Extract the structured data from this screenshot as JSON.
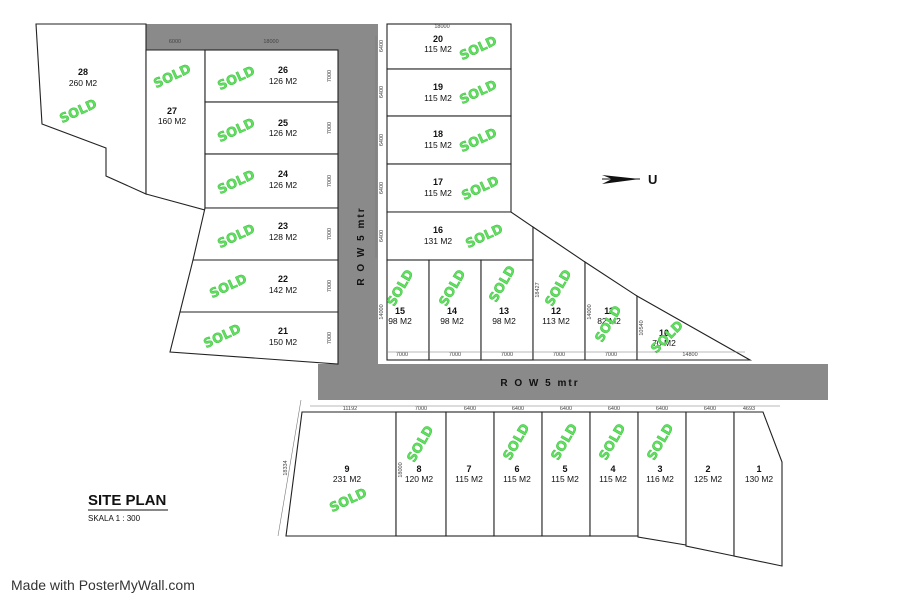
{
  "plan": {
    "title": "SITE PLAN",
    "scale": "SKALA 1 : 300",
    "compass": "U",
    "road_vertical": "R O W   5 mtr",
    "road_horizontal": "R O W   5 mtr",
    "sold_label": "SOLD",
    "colors": {
      "road": "#8a8a8a",
      "sold": "#5ee05e"
    }
  },
  "lots": [
    {
      "id": "28",
      "area": "260 M2",
      "sold": true
    },
    {
      "id": "27",
      "area": "160 M2",
      "sold": true
    },
    {
      "id": "26",
      "area": "126 M2",
      "sold": true
    },
    {
      "id": "25",
      "area": "126 M2",
      "sold": true
    },
    {
      "id": "24",
      "area": "126 M2",
      "sold": true
    },
    {
      "id": "23",
      "area": "128 M2",
      "sold": true
    },
    {
      "id": "22",
      "area": "142 M2",
      "sold": true
    },
    {
      "id": "21",
      "area": "150 M2",
      "sold": true
    },
    {
      "id": "20",
      "area": "115 M2",
      "sold": true
    },
    {
      "id": "19",
      "area": "115 M2",
      "sold": true
    },
    {
      "id": "18",
      "area": "115 M2",
      "sold": true
    },
    {
      "id": "17",
      "area": "115 M2",
      "sold": true
    },
    {
      "id": "16",
      "area": "131 M2",
      "sold": true
    },
    {
      "id": "15",
      "area": "98 M2",
      "sold": true
    },
    {
      "id": "14",
      "area": "98 M2",
      "sold": true
    },
    {
      "id": "13",
      "area": "98 M2",
      "sold": true
    },
    {
      "id": "12",
      "area": "113 M2",
      "sold": true
    },
    {
      "id": "11",
      "area": "82 M2",
      "sold": true
    },
    {
      "id": "10",
      "area": "70 M2",
      "sold": true
    },
    {
      "id": "9",
      "area": "231 M2",
      "sold": true
    },
    {
      "id": "8",
      "area": "120 M2",
      "sold": true
    },
    {
      "id": "7",
      "area": "115 M2",
      "sold": false
    },
    {
      "id": "6",
      "area": "115 M2",
      "sold": true
    },
    {
      "id": "5",
      "area": "115 M2",
      "sold": true
    },
    {
      "id": "4",
      "area": "115 M2",
      "sold": true
    },
    {
      "id": "3",
      "area": "116 M2",
      "sold": true
    },
    {
      "id": "2",
      "area": "125 M2",
      "sold": false
    },
    {
      "id": "1",
      "area": "130 M2",
      "sold": false
    }
  ],
  "dimensions": {
    "top_a": "6000",
    "top_b": "18000",
    "top_right": "18000",
    "right_rows": [
      "6400",
      "6400",
      "6400",
      "6400",
      "6400"
    ],
    "left_rows": [
      "7000",
      "7000",
      "7000",
      "7000",
      "7000",
      "7000"
    ],
    "mid_bottom": [
      "7000",
      "7000",
      "7000",
      "7000",
      "7000",
      "14800"
    ],
    "mid_heights": [
      "14000",
      "18427",
      "14000",
      "10540"
    ],
    "bottom_top": [
      "11192",
      "7000",
      "6400",
      "6400",
      "6400",
      "6400",
      "6400",
      "6400",
      "4693"
    ],
    "bottom_left_h": "18334",
    "bottom_lot8_h": "18000"
  },
  "footer": {
    "credit": "Made with PosterMyWall.com"
  }
}
